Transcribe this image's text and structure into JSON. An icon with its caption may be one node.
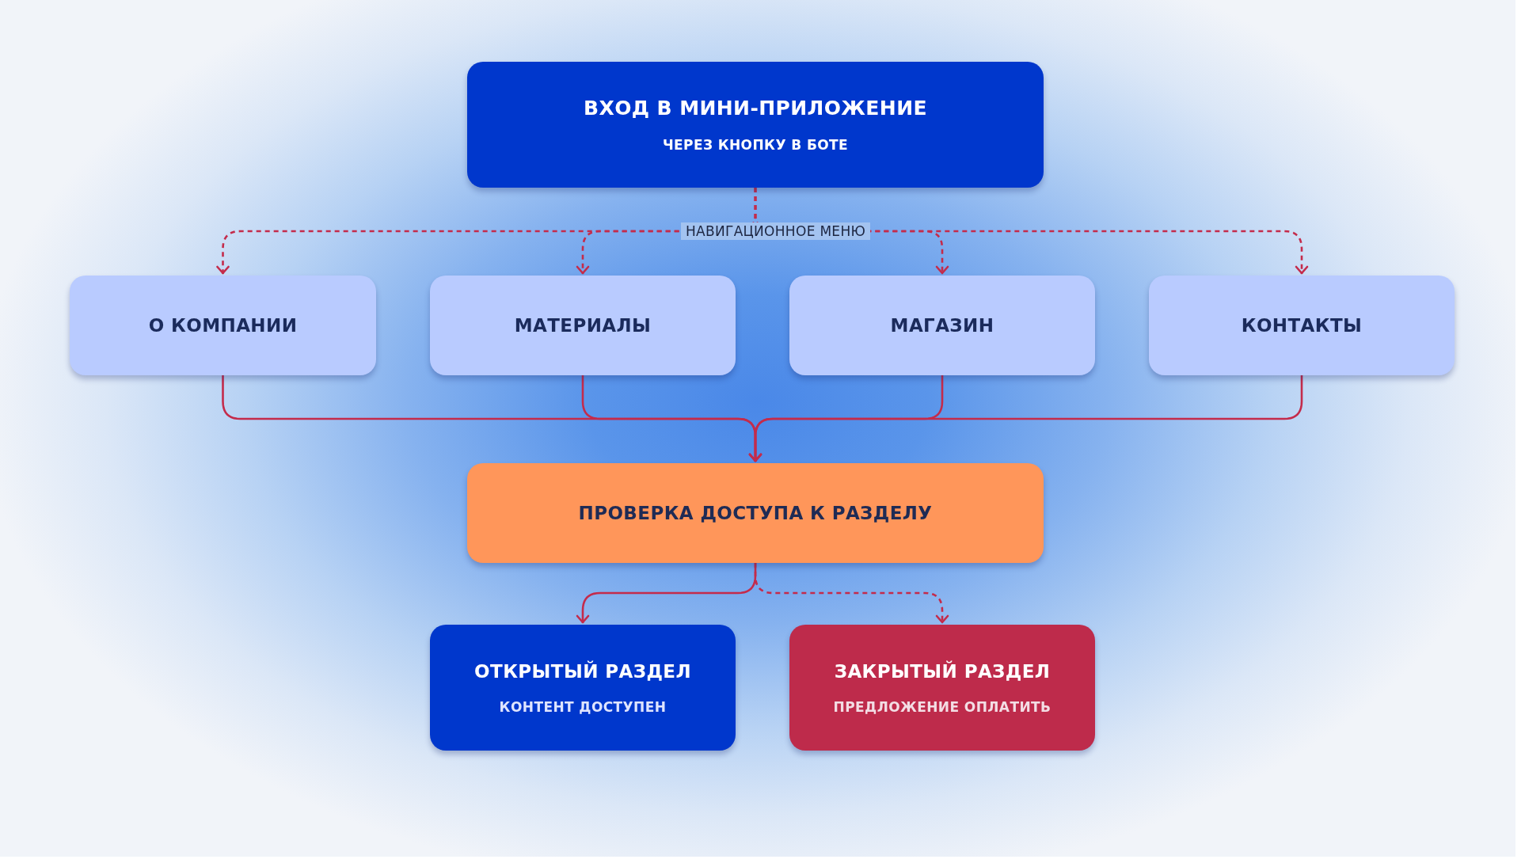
{
  "diagram": {
    "nodes": [
      {
        "text": [
          "ВХОД В МИНИ-ПРИЛОЖЕНИЕ",
          "ЧЕРЕЗ КНОПКУ В БОТЕ"
        ]
      },
      {
        "text": [
          "О КОМПАНИИ"
        ]
      },
      {
        "text": [
          "МАТЕРИАЛЫ"
        ]
      },
      {
        "text": [
          "МАГАЗИН"
        ]
      },
      {
        "text": [
          "КОНТАКТЫ"
        ]
      },
      {
        "text": [
          "ПРОВЕРКА ДОСТУПА К РАЗДЕЛУ"
        ]
      },
      {
        "text": [
          "ОТКРЫТЫЙ РАЗДЕЛ",
          "КОНТЕНТ ДОСТУПЕН"
        ]
      },
      {
        "text": [
          "ЗАКРЫТЫЙ РАЗДЕЛ",
          "ПРЕДЛОЖЕНИЕ ОПЛАТИТЬ"
        ]
      }
    ],
    "edges": [
      {
        "from": 0,
        "to": 1,
        "arrow": "to",
        "style": "dashed"
      },
      {
        "from": 0,
        "to": 2,
        "arrow": "to",
        "style": "dashed"
      },
      {
        "from": 0,
        "to": 3,
        "arrow": "to",
        "style": "dashed"
      },
      {
        "from": 0,
        "to": 4,
        "arrow": "to",
        "style": "dashed"
      },
      {
        "from": 1,
        "to": 5,
        "arrow": "to"
      },
      {
        "from": 2,
        "to": 5,
        "arrow": "to"
      },
      {
        "from": 3,
        "to": 5,
        "arrow": "to"
      },
      {
        "from": 4,
        "to": 5,
        "arrow": "to"
      },
      {
        "from": 5,
        "to": 6,
        "arrow": "to"
      },
      {
        "from": 5,
        "to": 7,
        "arrow": "to",
        "style": "dashed"
      }
    ],
    "labels": [
      "НАВИГАЦИОННОЕ МЕНЮ"
    ]
  }
}
